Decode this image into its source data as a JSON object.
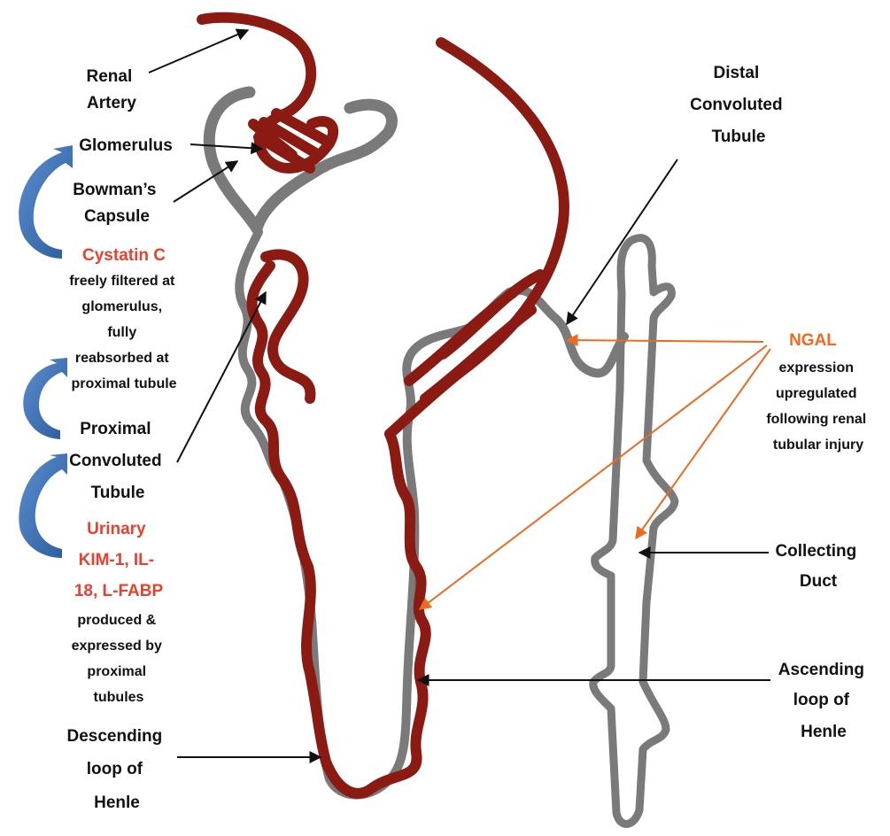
{
  "labels": {
    "renal_artery": [
      "Renal",
      "Artery"
    ],
    "glomerulus": "Glomerulus",
    "bowmans_capsule": [
      "Bowman’s",
      "Capsule"
    ],
    "cystatin": "Cystatin C",
    "cystatin_desc": [
      "freely filtered at",
      "glomerulus,",
      "fully",
      "reabsorbed at",
      "proximal tubule"
    ],
    "proximal": [
      "Proximal",
      "Convoluted",
      "Tubule"
    ],
    "urinary": [
      "Urinary",
      "KIM-1, IL-",
      "18, L-FABP"
    ],
    "urinary_desc": [
      "produced &",
      "expressed by",
      "proximal",
      "tubules"
    ],
    "descending": [
      "Descending",
      "loop of",
      "Henle"
    ],
    "distal": [
      "Distal",
      "Convoluted",
      "Tubule"
    ],
    "ngal": "NGAL",
    "ngal_desc": [
      "expression",
      "upregulated",
      "following renal",
      "tubular injury"
    ],
    "collecting": [
      "Collecting",
      "Duct"
    ],
    "ascending": [
      "Ascending",
      "loop of",
      "Henle"
    ]
  },
  "colors": {
    "vessel": "#8b1a12",
    "tubule": "#7a7a7a",
    "biomarker_text": "#e8412d",
    "ngal_arrow": "#ee6a1f",
    "curved_arrow": "#3b6fb3",
    "pointer": "#111111"
  }
}
